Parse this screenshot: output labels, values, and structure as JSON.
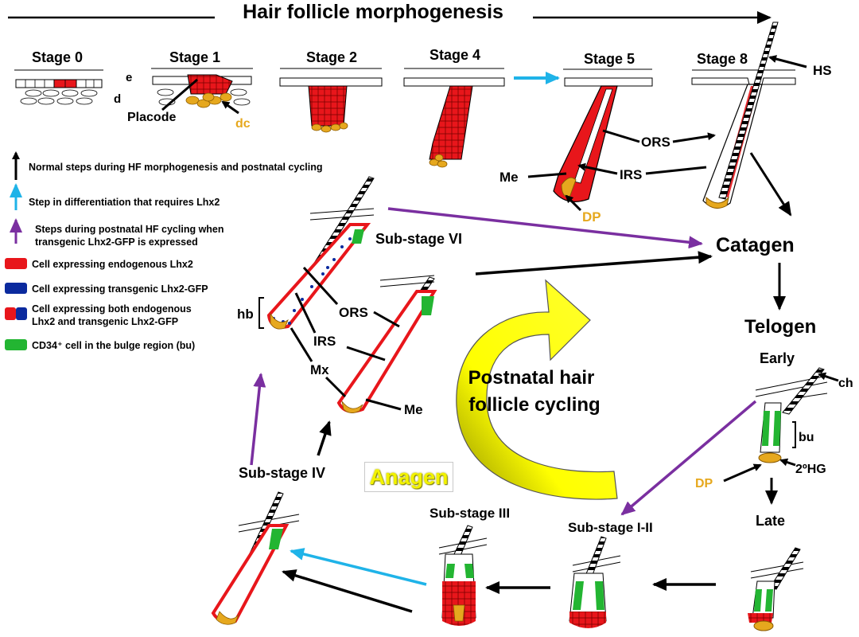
{
  "title": "Hair follicle morphogenesis",
  "stages": {
    "s0": "Stage 0",
    "s1": "Stage 1",
    "s2": "Stage 2",
    "s4": "Stage 4",
    "s5": "Stage 5",
    "s8": "Stage 8"
  },
  "labels": {
    "e": "e",
    "d": "d",
    "placode": "Placode",
    "dc": "dc",
    "hs": "HS",
    "ors_top": "ORS",
    "irs_top": "IRS",
    "me_top": "Me",
    "dp_top": "DP",
    "catagen": "Catagen",
    "telogen": "Telogen",
    "early": "Early",
    "ch": "ch",
    "bu": "bu",
    "hg": "2ºHG",
    "dp_right": "DP",
    "late": "Late",
    "substage_vi": "Sub-stage VI",
    "hb": "hb",
    "ors_mid": "ORS",
    "irs_mid": "IRS",
    "mx": "Mx",
    "me_mid": "Me",
    "substage_iv": "Sub-stage IV",
    "substage_iii": "Sub-stage III",
    "substage_i_ii": "Sub-stage I-II",
    "postnatal_1": "Postnatal hair",
    "postnatal_2": "follicle cycling",
    "anagen": "Anagen"
  },
  "legend": {
    "black_arrow": "Normal steps during HF morphogenesis and postnatal cycling",
    "blue_arrow": "Step in differentiation that requires Lhx2",
    "purple_arrow_1": "Steps during postnatal HF cycling when",
    "purple_arrow_2": "transgenic Lhx2-GFP is expressed",
    "red_cell": "Cell expressing endogenous Lhx2",
    "blue_cell": "Cell expressing transgenic Lhx2-GFP",
    "both_cell_1": "Cell expressing both endogenous",
    "both_cell_2": "Lhx2 and transgenic Lhx2-GFP",
    "green_cell": "CD34⁺ cell in the bulge region (bu)"
  },
  "colors": {
    "endogenous": "#e8161b",
    "transgenic": "#0b2a9e",
    "bulge": "#23b532",
    "papilla": "#e6a81e",
    "blue_arrow": "#1fb3e8",
    "purple_arrow": "#7a2fa0",
    "anagen_arrow": "#ffff00"
  }
}
